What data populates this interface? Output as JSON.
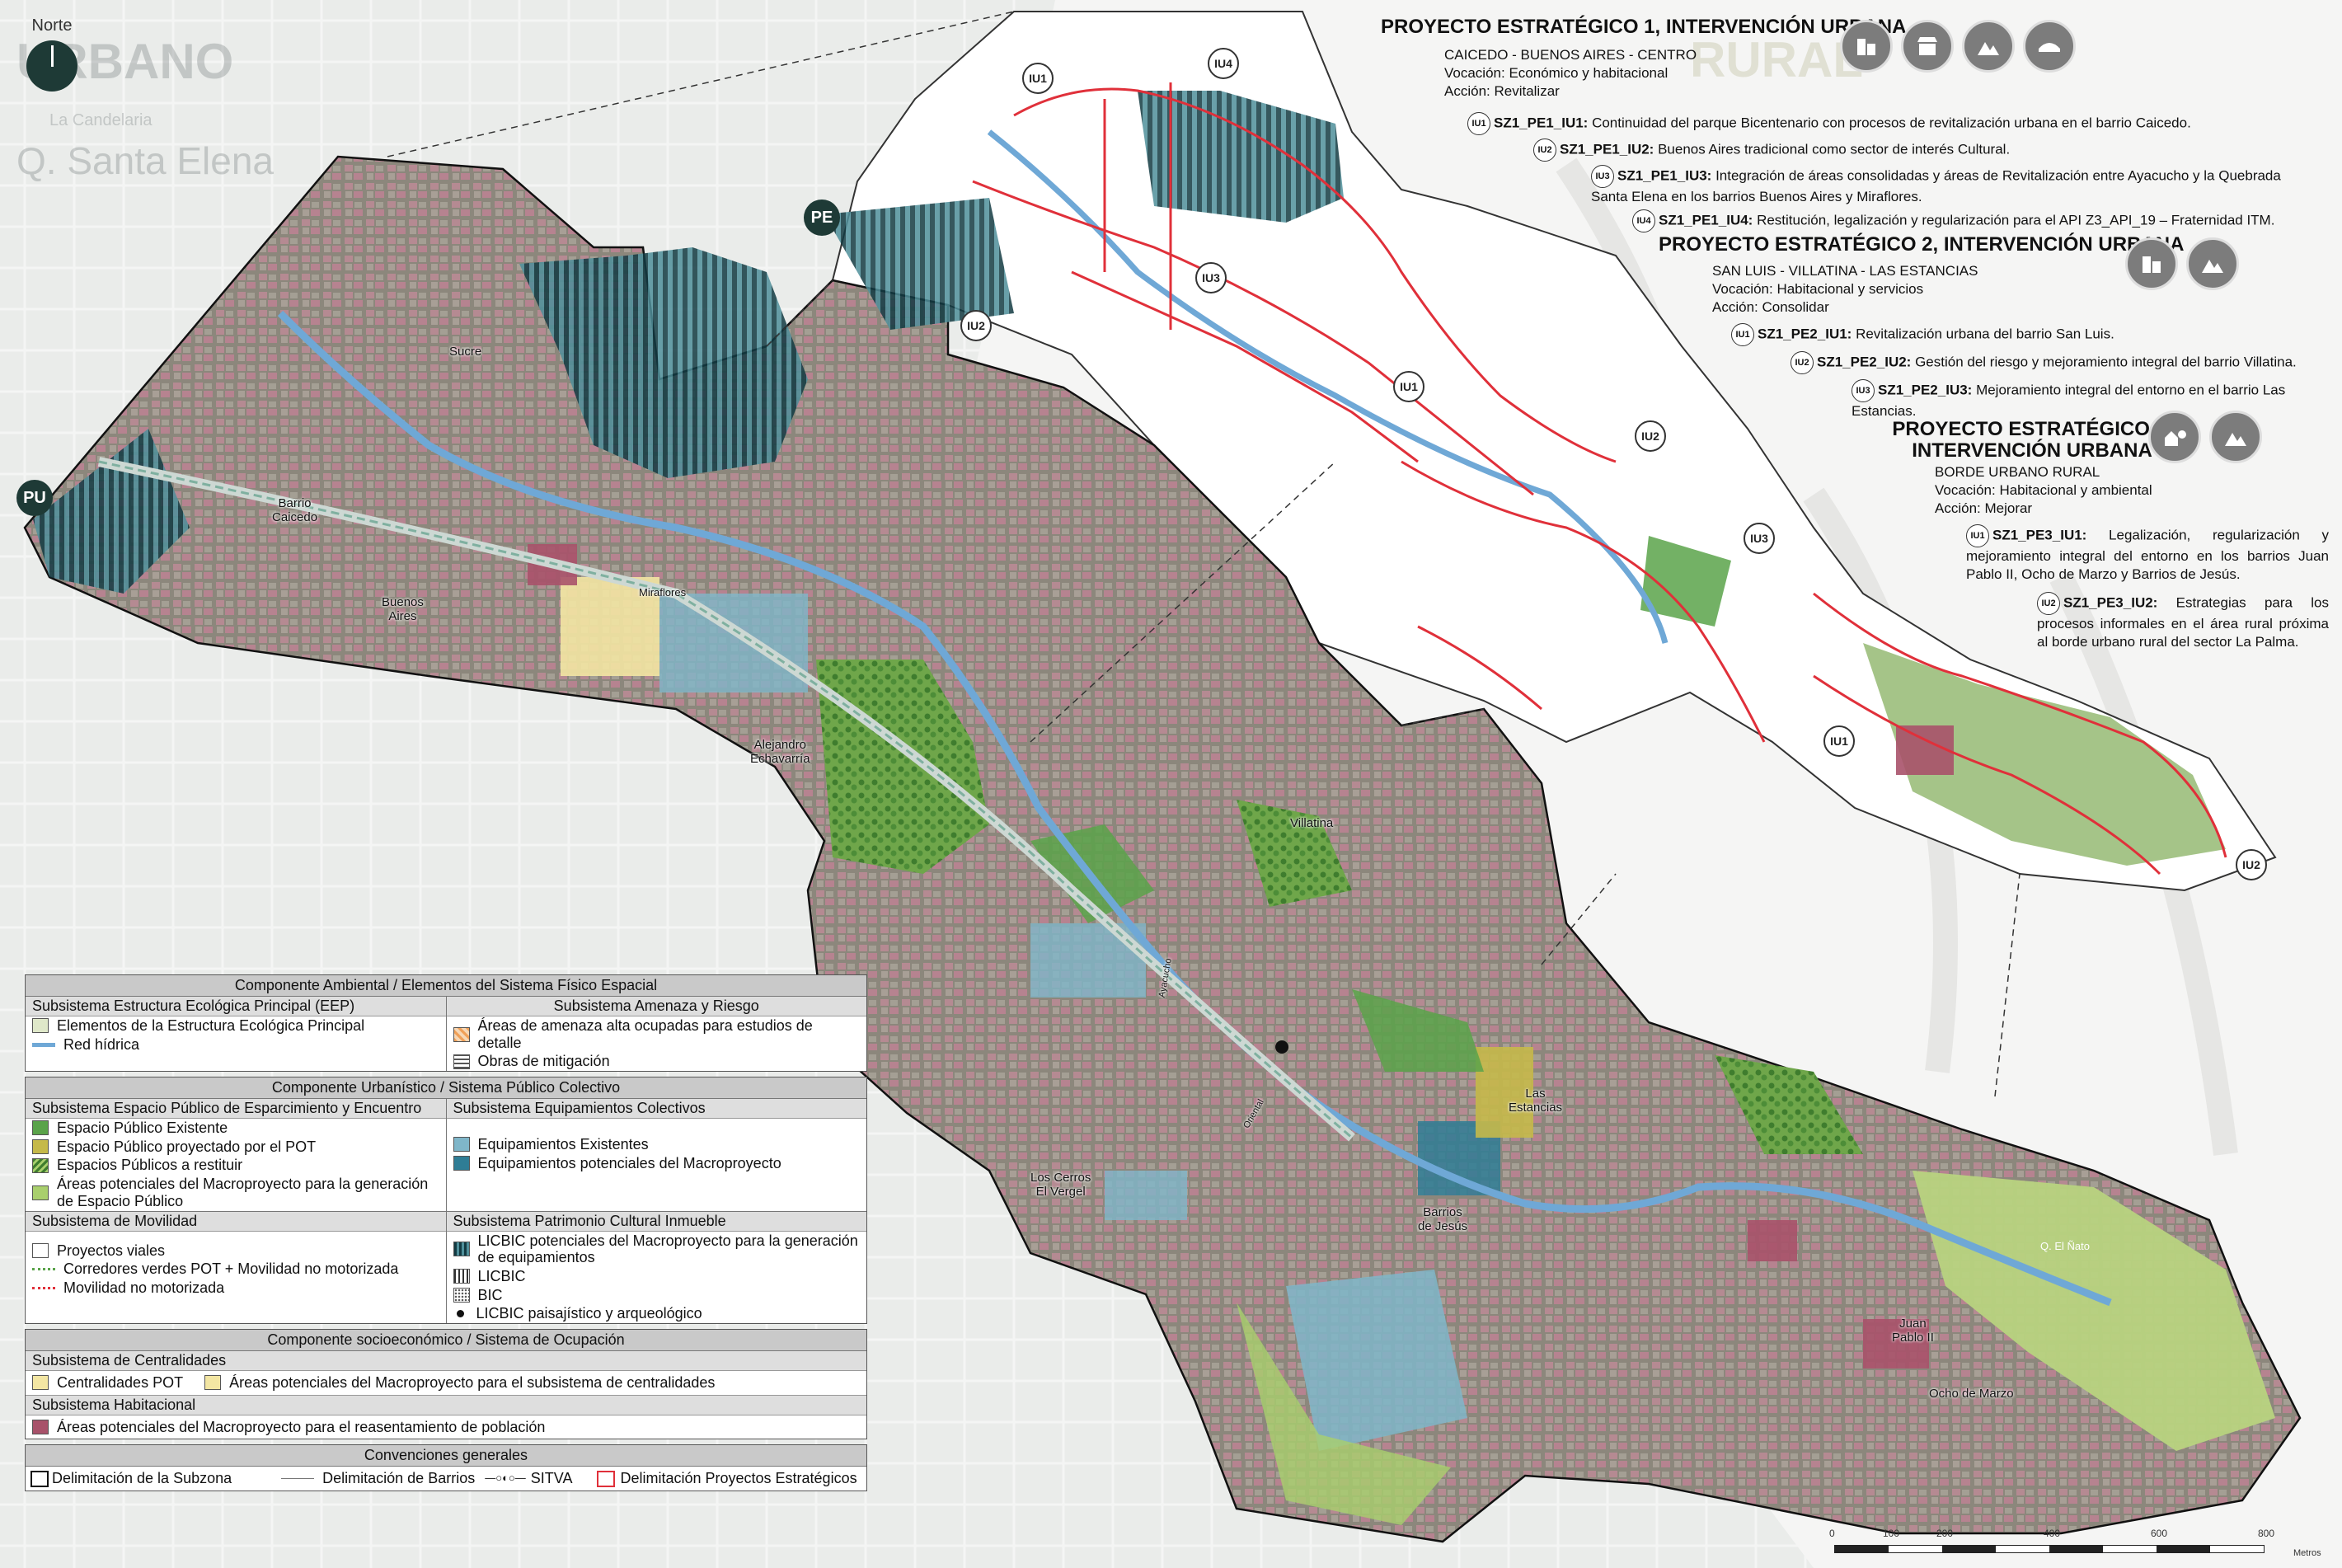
{
  "north": {
    "label": "Norte"
  },
  "background_labels": {
    "urbano": "URBANO",
    "rural": "RURAL",
    "candelaria": "La Candelaria",
    "santa_elena": "Q. Santa Elena"
  },
  "map_pins": {
    "pu": "PU",
    "pe": "PE"
  },
  "iu_markers": [
    "IU1",
    "IU4",
    "IU2",
    "IU3",
    "IU1",
    "IU2",
    "IU3",
    "IU1",
    "IU2"
  ],
  "place_labels": {
    "sucre": "Sucre",
    "barrio_caicedo": "Barrio\nCaicedo",
    "buenos_aires": "Buenos\nAires",
    "miraflores": "Miraflores",
    "alejandro": "Alejandro\nEchavarría",
    "villatina": "Villatina",
    "las_estancias": "Las\nEstancias",
    "los_cerros": "Los Cerros\nEl Vergel",
    "barrios_jesus": "Barrios\nde Jesús",
    "juan_pablo": "Juan\nPablo II",
    "ocho_marzo": "Ocho de Marzo",
    "q_el_nano": "Q. El Ñato",
    "ayacucho": "Ayacucho",
    "oriental": "Oriental"
  },
  "projects": {
    "p1": {
      "title": "PROYECTO ESTRATÉGICO 1, INTERVENCIÓN URBANA",
      "area": "CAICEDO - BUENOS AIRES - CENTRO",
      "vocacion": "Vocación: Económico y habitacional",
      "accion": "Acción: Revitalizar",
      "items": [
        {
          "badge": "IU1",
          "code": "SZ1_PE1_IU1:",
          "text": " Continuidad del parque Bicentenario con procesos de revitalización urbana en el barrio Caicedo."
        },
        {
          "badge": "IU2",
          "code": "SZ1_PE1_IU2:",
          "text": " Buenos Aires tradicional como sector de interés Cultural."
        },
        {
          "badge": "IU3",
          "code": "SZ1_PE1_IU3:",
          "text": " Integración de áreas consolidadas y áreas de Revitalización entre Ayacucho y la Quebrada Santa Elena en los barrios Buenos Aires y Miraflores."
        },
        {
          "badge": "IU4",
          "code": "SZ1_PE1_IU4:",
          "text": " Restitución, legalización y regularización para el API Z3_API_19 – Fraternidad ITM."
        }
      ]
    },
    "p2": {
      "title": "PROYECTO ESTRATÉGICO  2, INTERVENCIÓN URBANA",
      "area": "SAN LUIS - VILLATINA - LAS ESTANCIAS",
      "vocacion": "Vocación: Habitacional y servicios",
      "accion": "Acción: Consolidar",
      "items": [
        {
          "badge": "IU1",
          "code": "SZ1_PE2_IU1:",
          "text": " Revitalización urbana del barrio San Luis."
        },
        {
          "badge": "IU2",
          "code": "SZ1_PE2_IU2:",
          "text": " Gestión del riesgo y mejoramiento integral del barrio Villatina."
        },
        {
          "badge": "IU3",
          "code": "SZ1_PE2_IU3:",
          "text": " Mejoramiento integral del entorno en el barrio Las Estancias."
        }
      ]
    },
    "p3": {
      "title1": "PROYECTO ESTRATÉGICO 3,",
      "title2": "INTERVENCIÓN URBANA",
      "area": "BORDE URBANO RURAL",
      "vocacion": "Vocación: Habitacional y ambiental",
      "accion": "Acción: Mejorar",
      "items": [
        {
          "badge": "IU1",
          "code": "SZ1_PE3_IU1:",
          "text": " Legalización, regularización y mejoramiento integral del entorno en los barrios Juan Pablo II, Ocho de Marzo y Barrios de Jesús."
        },
        {
          "badge": "IU2",
          "code": "SZ1_PE3_IU2:",
          "text": " Estrategias para los procesos informales en el área rural próxima al borde urbano rural del sector La Palma."
        }
      ]
    }
  },
  "legend": {
    "ambiental": {
      "header": "Componente Ambiental  / Elementos del Sistema Físico Espacial",
      "eep_title": "Subsistema Estructura Ecológica Principal (EEP)",
      "eep_items": [
        "Elementos de la Estructura Ecológica Principal",
        "Red hídrica"
      ],
      "riesgo_title": "Subsistema Amenaza y Riesgo",
      "riesgo_items": [
        "Áreas de amenaza alta ocupadas para estudios de detalle",
        "Obras de mitigación"
      ]
    },
    "urbanistico": {
      "header": "Componente Urbanístico / Sistema Público Colectivo",
      "ep_title": "Subsistema Espacio Público de Esparcimiento y Encuentro",
      "ep_items": [
        "Espacio Público Existente",
        "Espacio Público proyectado por el POT",
        "Espacios Públicos a restituir",
        "Áreas potenciales del Macroproyecto para la generación de Espacio Público"
      ],
      "eq_title": "Subsistema Equipamientos Colectivos",
      "eq_items": [
        "Equipamientos Existentes",
        "Equipamientos potenciales del Macroproyecto"
      ],
      "mov_title": "Subsistema de Movilidad",
      "mov_items": [
        "Proyectos viales",
        "Corredores verdes POT + Movilidad no motorizada",
        "Movilidad no motorizada"
      ],
      "pat_title": "Subsistema Patrimonio Cultural Inmueble",
      "pat_items": [
        "LICBIC potenciales del Macroproyecto para la generación de equipamientos",
        "LICBIC",
        "BIC",
        "LICBIC paisajístico y arqueológico"
      ]
    },
    "socio": {
      "header": "Componente socioeconómico /  Sistema de Ocupación",
      "cen_title": "Subsistema de Centralidades",
      "cen_items": [
        "Centralidades POT",
        "Áreas potenciales del Macroproyecto para el subsistema de centralidades"
      ],
      "hab_title": "Subsistema Habitacional",
      "hab_items": [
        "Áreas potenciales del Macroproyecto para el reasentamiento de población"
      ]
    },
    "conv": {
      "header": "Convenciones generales",
      "items": [
        "Delimitación de la Subzona",
        "Delimitación de Barrios",
        "SITVA",
        "Delimitación Proyectos Estratégicos"
      ]
    }
  },
  "scale": {
    "ticks": [
      "0",
      "100",
      "200",
      "400",
      "600",
      "800"
    ],
    "unit": "Metros"
  },
  "colors": {
    "eep": "#dfe8c9",
    "river": "#6fa8d6",
    "ep_exist": "#5aa34a",
    "ep_pot": "#c5b94a",
    "ep_restituir": "#3f7d2e",
    "ep_areas": "#a9cf6d",
    "eq_exist": "#7fb6c9",
    "eq_pot": "#2f7d95",
    "centralidad": "#f3e6a3",
    "habitacional": "#a8526a",
    "proj_line": "#e0303a",
    "urban_fabric": "#8a8478"
  }
}
